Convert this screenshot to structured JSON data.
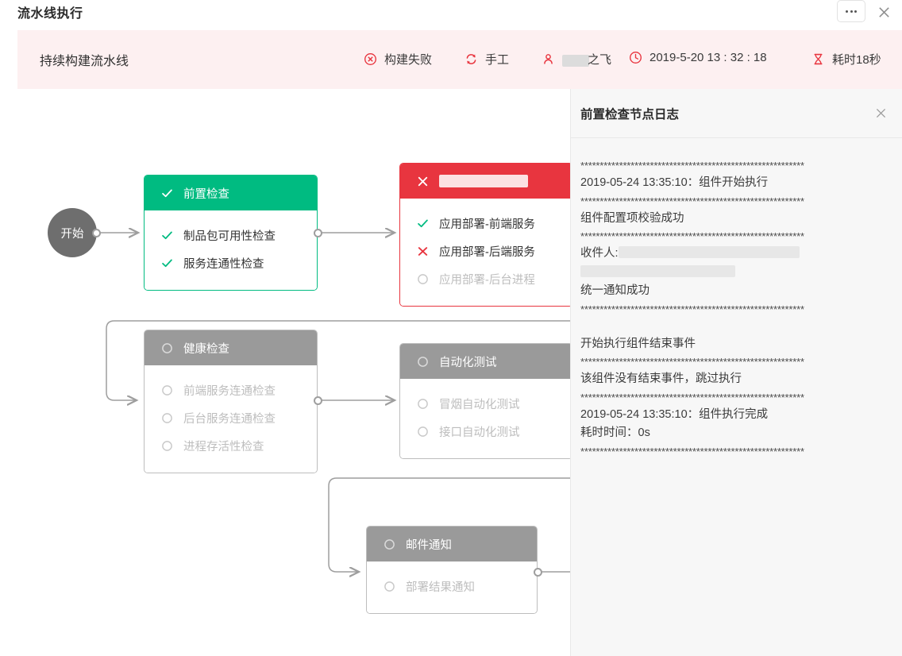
{
  "window": {
    "title": "流水线执行",
    "more_icon": "more-dots-icon",
    "close_icon": "close-icon"
  },
  "banner": {
    "pipeline_name": "持续构建流水线",
    "status": {
      "icon": "error-circle-icon",
      "label": "构建失败",
      "color": "#e8353f"
    },
    "trigger": {
      "icon": "refresh-icon",
      "label": "手工",
      "color": "#e8353f"
    },
    "user": {
      "icon": "user-icon",
      "label": "之飞",
      "redacted": true,
      "color": "#e8353f"
    },
    "time": {
      "icon": "clock-icon",
      "label": "2019-5-20 13 : 32 : 18",
      "color": "#e8353f"
    },
    "duration": {
      "icon": "hourglass-icon",
      "label": "耗时18秒",
      "color": "#e8353f"
    },
    "background": "#fdf0f1"
  },
  "canvas": {
    "start_node": {
      "label": "开始"
    },
    "nodes": [
      {
        "id": "precheck",
        "state": "success",
        "header": {
          "icon": "check-icon",
          "label": "前置检查"
        },
        "items": [
          {
            "icon": "check-icon",
            "label": "制品包可用性检查",
            "state": "success"
          },
          {
            "icon": "check-icon",
            "label": "服务连通性检查",
            "state": "success"
          }
        ]
      },
      {
        "id": "deploy",
        "state": "failed",
        "header": {
          "icon": "cross-icon",
          "label": "",
          "redacted": true
        },
        "items": [
          {
            "icon": "check-icon",
            "label": "应用部署-前端服务",
            "state": "success"
          },
          {
            "icon": "cross-icon",
            "label": "应用部署-后端服务",
            "state": "failed"
          },
          {
            "icon": "circle-icon",
            "label": "应用部署-后台进程",
            "state": "pending"
          }
        ]
      },
      {
        "id": "health",
        "state": "pending",
        "header": {
          "icon": "circle-icon",
          "label": "健康检查"
        },
        "items": [
          {
            "icon": "circle-icon",
            "label": "前端服务连通检查",
            "state": "pending"
          },
          {
            "icon": "circle-icon",
            "label": "后台服务连通检查",
            "state": "pending"
          },
          {
            "icon": "circle-icon",
            "label": "进程存活性检查",
            "state": "pending"
          }
        ]
      },
      {
        "id": "autotest",
        "state": "pending",
        "header": {
          "icon": "circle-icon",
          "label": "自动化测试"
        },
        "items": [
          {
            "icon": "circle-icon",
            "label": "冒烟自动化测试",
            "state": "pending"
          },
          {
            "icon": "circle-icon",
            "label": "接口自动化测试",
            "state": "pending"
          }
        ]
      },
      {
        "id": "mail",
        "state": "pending",
        "header": {
          "icon": "circle-icon",
          "label": "邮件通知"
        },
        "items": [
          {
            "icon": "circle-icon",
            "label": "部署结果通知",
            "state": "pending"
          }
        ]
      }
    ],
    "colors": {
      "success": "#00bb81",
      "failed": "#e8353f",
      "pending": "#9a9a9a",
      "edge": "#9e9e9e"
    }
  },
  "log_panel": {
    "title": "前置检查节点日志",
    "close_icon": "close-icon",
    "lines": [
      {
        "type": "stars",
        "text": "**********************************************************"
      },
      {
        "type": "text",
        "text": "2019-05-24 13:35:10：组件开始执行"
      },
      {
        "type": "stars",
        "text": "**********************************************************"
      },
      {
        "type": "text",
        "text": "组件配置项校验成功"
      },
      {
        "type": "stars",
        "text": "**********************************************************"
      },
      {
        "type": "redacted-email-1",
        "text": "收件人:"
      },
      {
        "type": "redacted-email-2",
        "text": ""
      },
      {
        "type": "text",
        "text": "统一通知成功"
      },
      {
        "type": "stars",
        "text": "**********************************************************"
      },
      {
        "type": "blank",
        "text": ""
      },
      {
        "type": "text",
        "text": "开始执行组件结束事件"
      },
      {
        "type": "stars",
        "text": "**********************************************************"
      },
      {
        "type": "text",
        "text": "该组件没有结束事件，跳过执行"
      },
      {
        "type": "stars",
        "text": "**********************************************************"
      },
      {
        "type": "text",
        "text": "2019-05-24 13:35:10：组件执行完成"
      },
      {
        "type": "text",
        "text": "耗时时间：0s"
      },
      {
        "type": "stars",
        "text": "**********************************************************"
      }
    ]
  }
}
